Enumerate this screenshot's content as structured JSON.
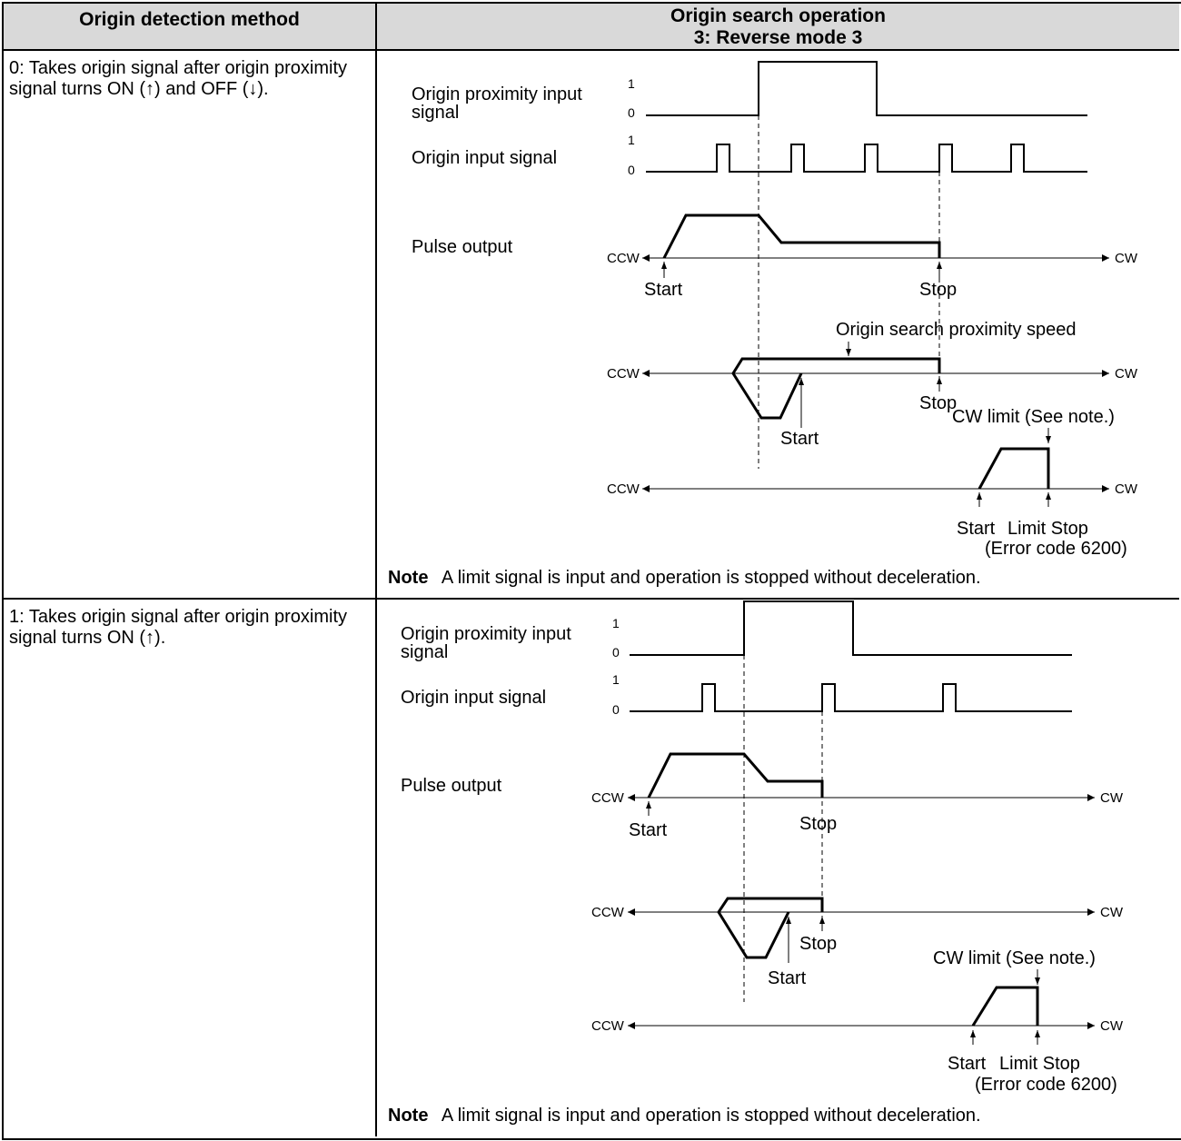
{
  "header": {
    "col1": "Origin detection method",
    "col2_line1": "Origin search operation",
    "col2_line2": "3: Reverse mode 3"
  },
  "rows": [
    {
      "method": "0: Takes origin signal after origin proximity signal turns ON (↑) and OFF (↓).",
      "labels": {
        "prox_line1": "Origin proximity input",
        "prox_line2": "signal",
        "origin": "Origin input signal",
        "pulse": "Pulse output",
        "level_high": "1",
        "level_low": "0",
        "ccw": "CCW",
        "cw": "CW",
        "start": "Start",
        "stop": "Stop",
        "prox_speed": "Origin search proximity speed",
        "cw_limit": "CW limit (See note.)",
        "limit_stop": "Limit Stop",
        "error_code": "(Error code 6200)"
      },
      "note_label": "Note",
      "note_text": "A limit signal is input and operation is stopped without deceleration."
    },
    {
      "method": "1: Takes origin signal after origin proximity signal turns ON (↑).",
      "labels": {
        "prox_line1": "Origin proximity input",
        "prox_line2": "signal",
        "origin": "Origin input signal",
        "pulse": "Pulse output",
        "level_high": "1",
        "level_low": "0",
        "ccw": "CCW",
        "cw": "CW",
        "start": "Start",
        "stop": "Stop",
        "cw_limit": "CW limit (See note.)",
        "limit_stop": "Limit Stop",
        "error_code": "(Error code 6200)"
      },
      "note_label": "Note",
      "note_text": "A limit signal is input and operation is stopped without deceleration."
    }
  ]
}
